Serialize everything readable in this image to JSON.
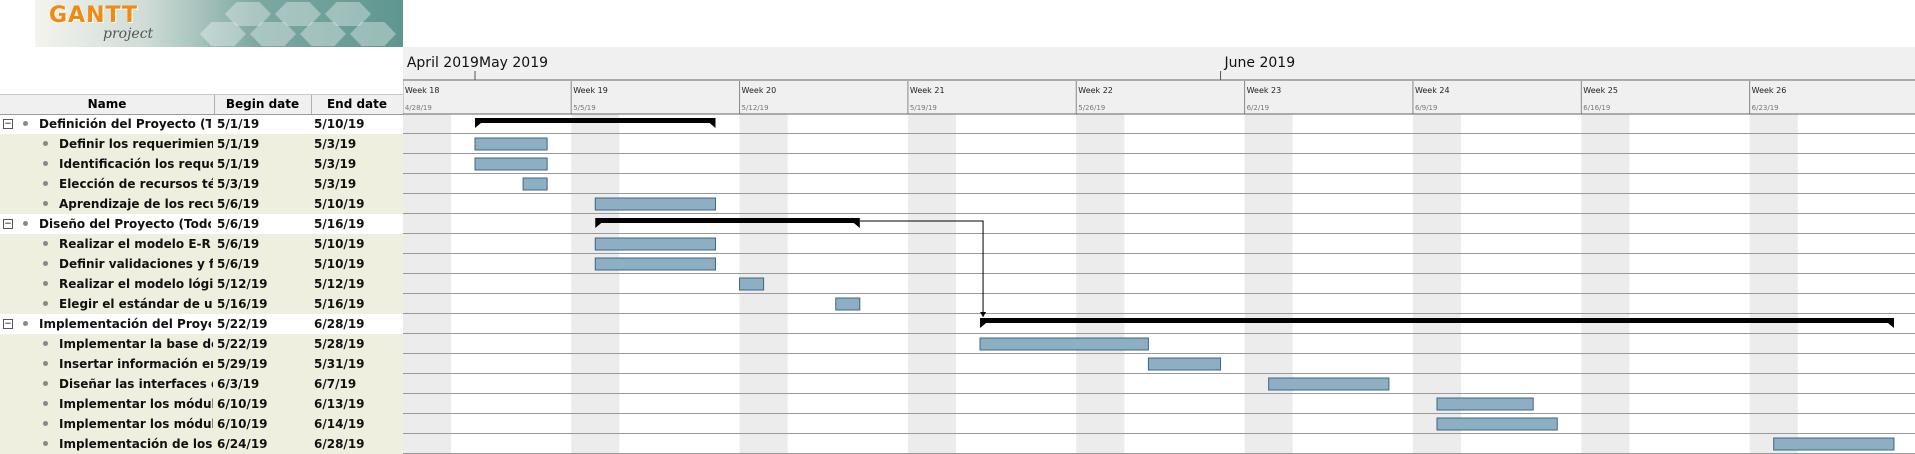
{
  "logo": {
    "title": "GANTT",
    "subtitle": "project"
  },
  "table": {
    "headers": {
      "name": "Name",
      "begin": "Begin date",
      "end": "End date"
    },
    "rows": [
      {
        "name": "Definición del Proyecto (Tod...",
        "begin": "5/1/19",
        "end": "5/10/19",
        "level": 0,
        "start": 0,
        "dur": 10
      },
      {
        "name": "Definir los requerimiento...",
        "begin": "5/1/19",
        "end": "5/3/19",
        "level": 1,
        "start": 0,
        "dur": 3
      },
      {
        "name": "Identificación los requeri...",
        "begin": "5/1/19",
        "end": "5/3/19",
        "level": 1,
        "start": 0,
        "dur": 3
      },
      {
        "name": "Elección de recursos técni...",
        "begin": "5/3/19",
        "end": "5/3/19",
        "level": 1,
        "start": 2,
        "dur": 1
      },
      {
        "name": "Aprendizaje de los recurs...",
        "begin": "5/6/19",
        "end": "5/10/19",
        "level": 1,
        "start": 5,
        "dur": 5
      },
      {
        "name": "Diseño del Proyecto (Todos)",
        "begin": "5/6/19",
        "end": "5/16/19",
        "level": 0,
        "start": 5,
        "dur": 11
      },
      {
        "name": "Realizar el modelo E-R",
        "begin": "5/6/19",
        "end": "5/10/19",
        "level": 1,
        "start": 5,
        "dur": 5
      },
      {
        "name": "Definir validaciones y fun...",
        "begin": "5/6/19",
        "end": "5/10/19",
        "level": 1,
        "start": 5,
        "dur": 5
      },
      {
        "name": "Realizar el modelo lógico",
        "begin": "5/12/19",
        "end": "5/12/19",
        "level": 1,
        "start": 11,
        "dur": 1
      },
      {
        "name": "Elegir el estándar de usabi...",
        "begin": "5/16/19",
        "end": "5/16/19",
        "level": 1,
        "start": 15,
        "dur": 1
      },
      {
        "name": "Implementación del Proyecto",
        "begin": "5/22/19",
        "end": "6/28/19",
        "level": 0,
        "start": 21,
        "dur": 38
      },
      {
        "name": "Implementar la base de d...",
        "begin": "5/22/19",
        "end": "5/28/19",
        "level": 1,
        "start": 21,
        "dur": 7
      },
      {
        "name": "Insertar información en la...",
        "begin": "5/29/19",
        "end": "5/31/19",
        "level": 1,
        "start": 28,
        "dur": 3
      },
      {
        "name": "Diseñar las interfaces de ...",
        "begin": "6/3/19",
        "end": "6/7/19",
        "level": 1,
        "start": 33,
        "dur": 5
      },
      {
        "name": "Implementar los módulos ...",
        "begin": "6/10/19",
        "end": "6/13/19",
        "level": 1,
        "start": 40,
        "dur": 4
      },
      {
        "name": "Implementar los módulos ...",
        "begin": "6/10/19",
        "end": "6/14/19",
        "level": 1,
        "start": 40,
        "dur": 5
      },
      {
        "name": "Implementación de los re...",
        "begin": "6/24/19",
        "end": "6/28/19",
        "level": 1,
        "start": 54,
        "dur": 5
      }
    ]
  },
  "timeline": {
    "months": [
      {
        "label": "April 2019",
        "day": -3
      },
      {
        "label": "May 2019",
        "day": 0
      },
      {
        "label": "June 2019",
        "day": 31
      }
    ],
    "weeks": [
      {
        "label": "Week 18",
        "date": "4/28/19",
        "day": -3
      },
      {
        "label": "Week 19",
        "date": "5/5/19",
        "day": 4
      },
      {
        "label": "Week 20",
        "date": "5/12/19",
        "day": 11
      },
      {
        "label": "Week 21",
        "date": "5/19/19",
        "day": 18
      },
      {
        "label": "Week 22",
        "date": "5/26/19",
        "day": 25
      },
      {
        "label": "Week 23",
        "date": "6/2/19",
        "day": 32
      },
      {
        "label": "Week 24",
        "date": "6/9/19",
        "day": 39
      },
      {
        "label": "Week 25",
        "date": "6/16/19",
        "day": 46
      },
      {
        "label": "Week 26",
        "date": "6/23/19",
        "day": 53
      }
    ],
    "weekend_starts": [
      -3,
      4,
      11,
      18,
      25,
      32,
      39,
      46,
      53
    ],
    "dependency": {
      "from_task": 5,
      "to_task": 10
    }
  },
  "colors": {
    "task_fill": "#8eaec4",
    "task_border": "#3c6682",
    "summary": "#000000",
    "weekend": "#ececec",
    "row_alt": "#efefdf",
    "grid_line": "#9a9a9a"
  }
}
